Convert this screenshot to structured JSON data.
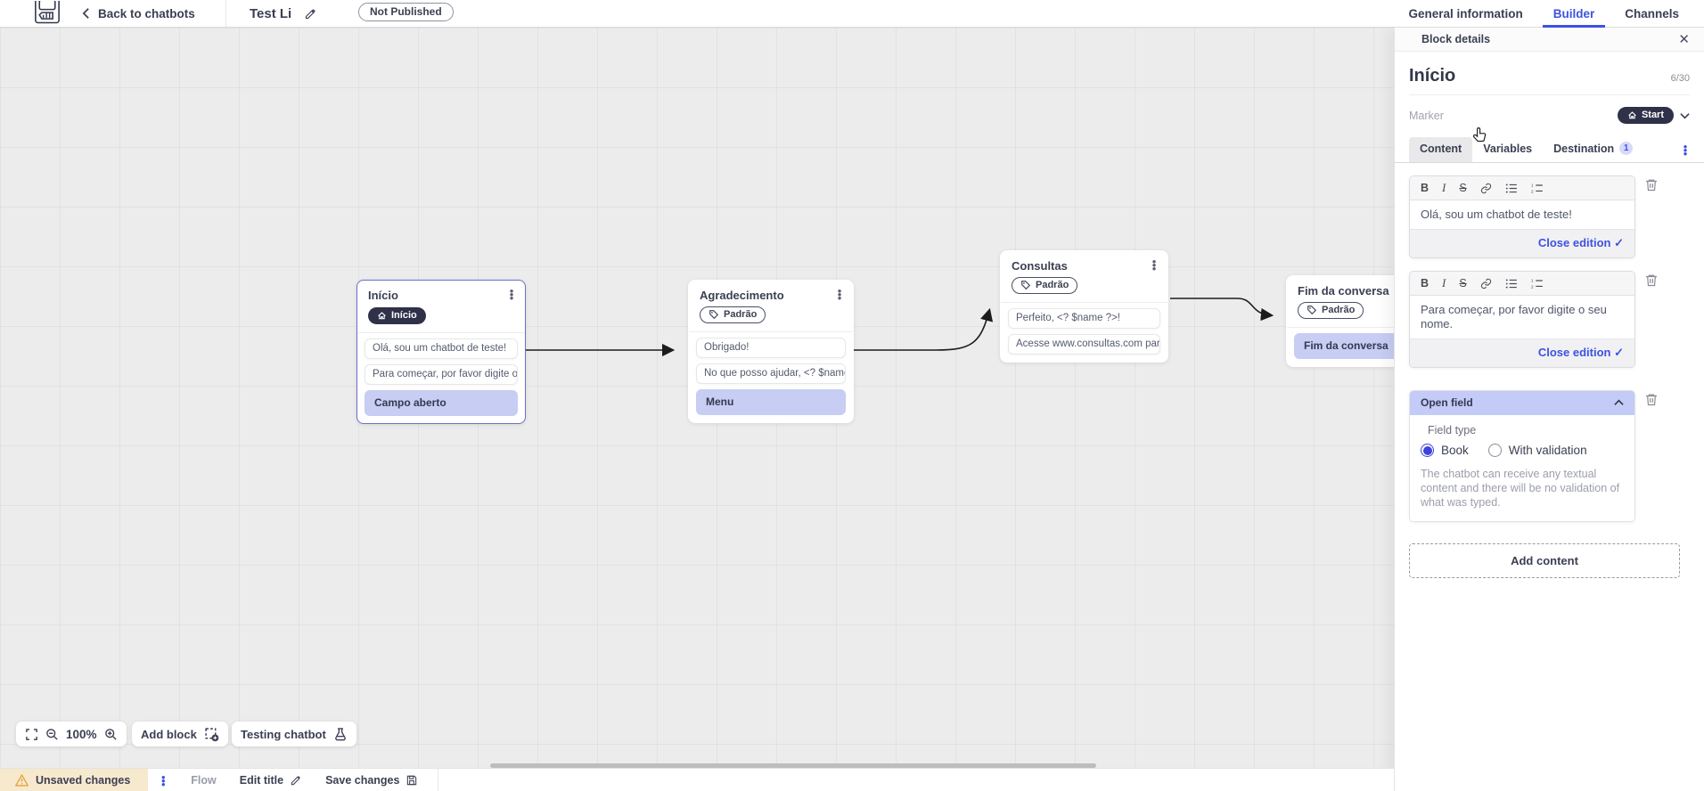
{
  "header": {
    "back_label": "Back to chatbots",
    "title": "Test Li",
    "status_badge": "Not Published",
    "tabs": [
      {
        "label": "General information"
      },
      {
        "label": "Builder"
      },
      {
        "label": "Channels"
      }
    ]
  },
  "panel": {
    "title": "Block details",
    "block_name": "Início",
    "char_counter": "6/30",
    "marker_label": "Marker",
    "marker_value": "Start",
    "tabs": {
      "content": "Content",
      "variables": "Variables",
      "destination": "Destination",
      "destination_badge": "1"
    },
    "editors": [
      {
        "text": "Olá, sou um chatbot de teste!",
        "close_label": "Close edition"
      },
      {
        "text": "Para começar, por favor digite o seu nome.",
        "close_label": "Close edition"
      }
    ],
    "open_field": {
      "title": "Open field",
      "field_type_label": "Field type",
      "option_book": "Book",
      "option_validation": "With validation",
      "description": "The chatbot can receive any textual content and there will be no validation of what was typed."
    },
    "add_content_label": "Add content"
  },
  "canvas": {
    "nodes": [
      {
        "title": "Início",
        "marker": "Início",
        "rows": [
          "Olá, sou um chatbot de teste!",
          "Para começar, por favor digite o ...",
          "Campo aberto"
        ]
      },
      {
        "title": "Agradecimento",
        "marker": "Padrão",
        "rows": [
          "Obrigado!",
          "No que posso ajudar, <? $name ...",
          "Menu"
        ]
      },
      {
        "title": "Consultas",
        "marker": "Padrão",
        "rows": [
          "Perfeito, <? $name ?>!",
          "Acesse www.consultas.com par..."
        ]
      },
      {
        "title": "Fim da conversa",
        "marker": "Padrão",
        "rows": [
          "Fim da conversa"
        ]
      }
    ],
    "zoom_level": "100%",
    "add_block_label": "Add block",
    "testing_label": "Testing chatbot"
  },
  "footer": {
    "unsaved_label": "Unsaved changes",
    "flow_label": "Flow",
    "edit_title_label": "Edit title",
    "save_label": "Save changes"
  },
  "colors": {
    "accent": "#3d52e0",
    "highlight": "#c7cdf3",
    "dark_pill": "#2e3148",
    "warning_bg": "#f7e9ce"
  }
}
